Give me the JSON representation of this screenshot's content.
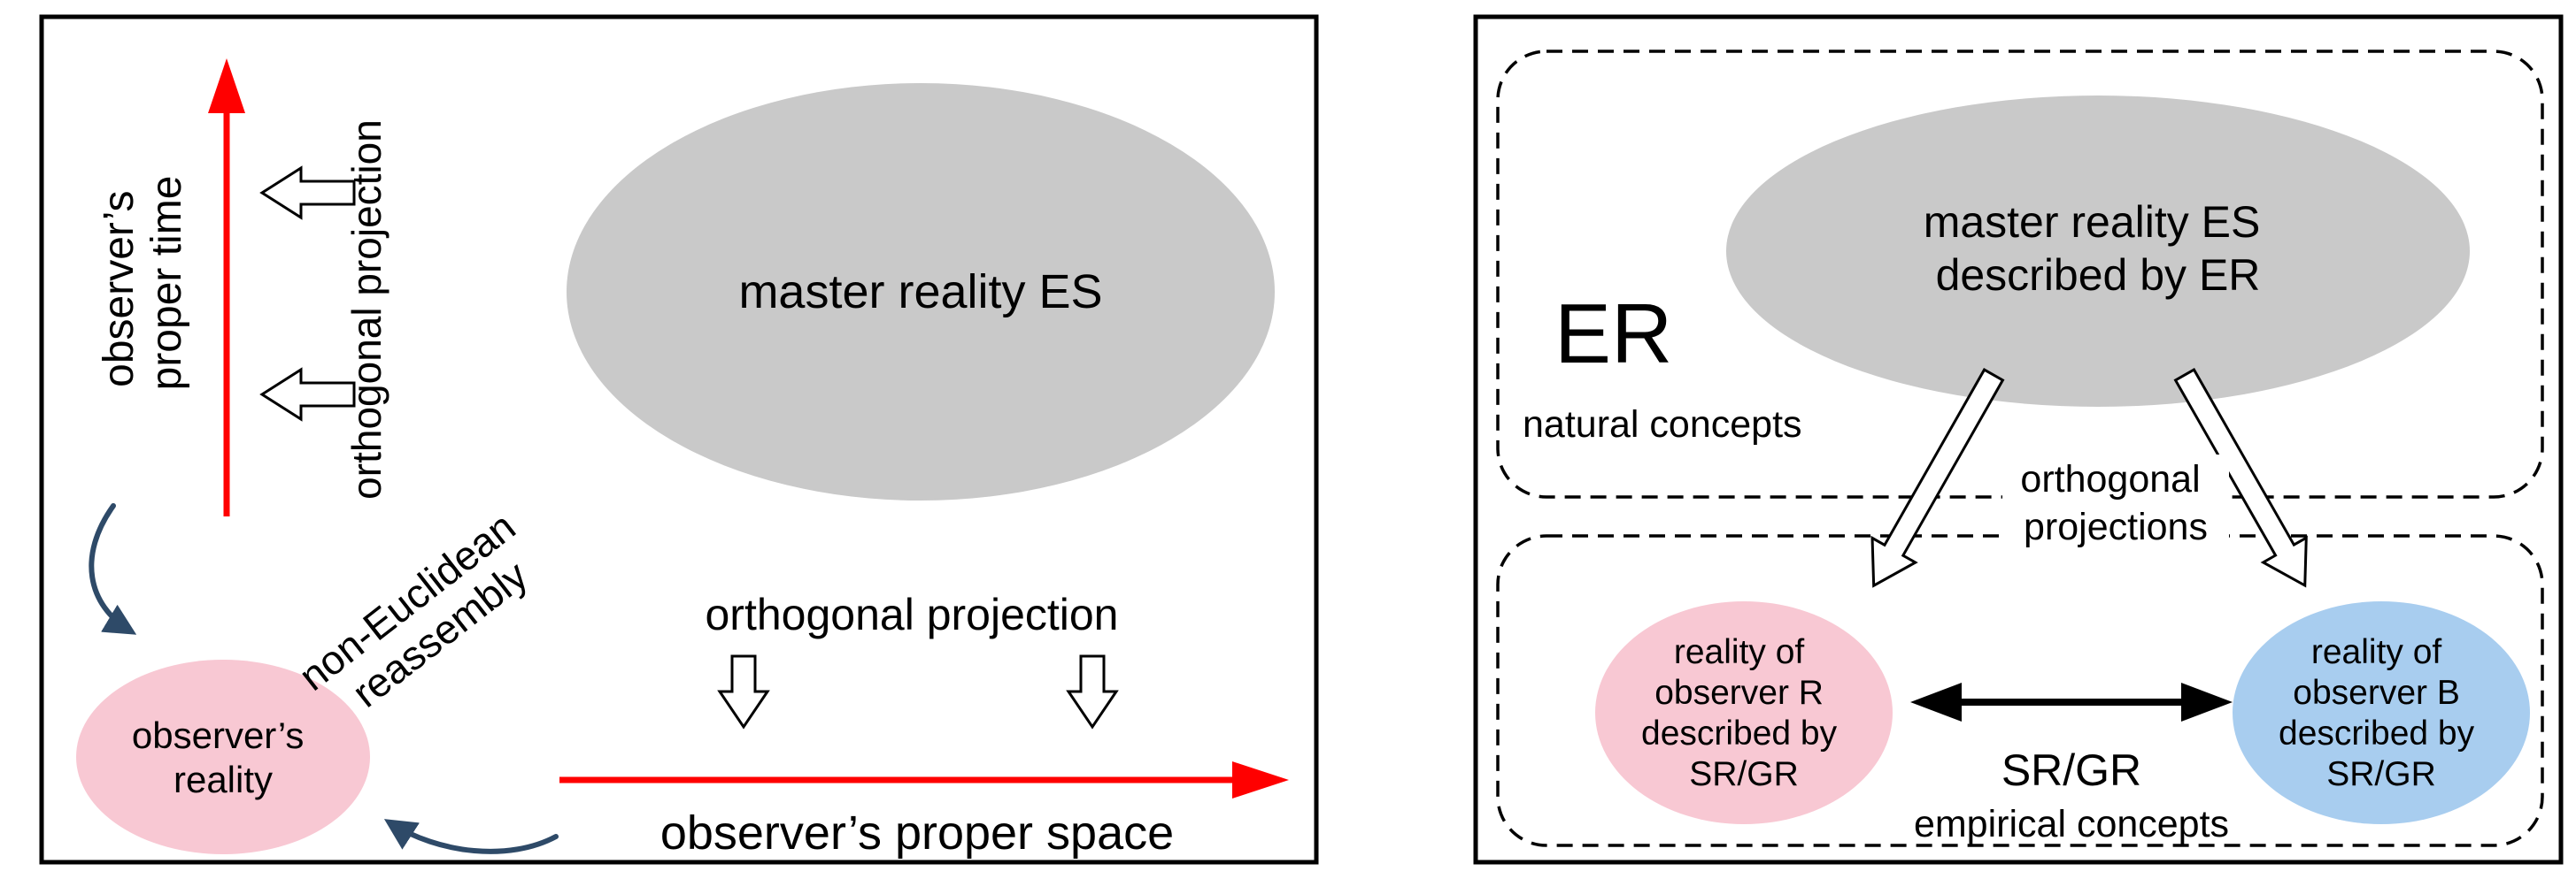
{
  "colors": {
    "gray": "#c9c9c9",
    "pink": "#f8c8d3",
    "blue": "#a8cdef",
    "red": "#ff0000",
    "navy": "#2e4a68",
    "black": "#000000",
    "white": "#ffffff"
  },
  "left_panel": {
    "proper_time_line1": "observer’s",
    "proper_time_line2": "proper time",
    "ortho_vertical": "orthogonal projection",
    "master_label": "master reality ES",
    "ortho_horizontal": "orthogonal projection",
    "proper_space": "observer’s proper space",
    "reality_line1": "observer’s",
    "reality_line2": "reality",
    "reassembly_line1": "non-Euclidean",
    "reassembly_line2": "reassembly"
  },
  "right_panel": {
    "master_line1": "master reality ES",
    "master_line2": "described by ER",
    "er": "ER",
    "natural": "natural concepts",
    "ortho_line1": "orthogonal",
    "ortho_line2": "projections",
    "observer_r": {
      "line1": "reality of",
      "line2": "observer R",
      "line3": "described by",
      "line4": "SR/GR"
    },
    "observer_b": {
      "line1": "reality of",
      "line2": "observer B",
      "line3": "described by",
      "line4": "SR/GR"
    },
    "srgr": "SR/GR",
    "empirical": "empirical concepts"
  }
}
